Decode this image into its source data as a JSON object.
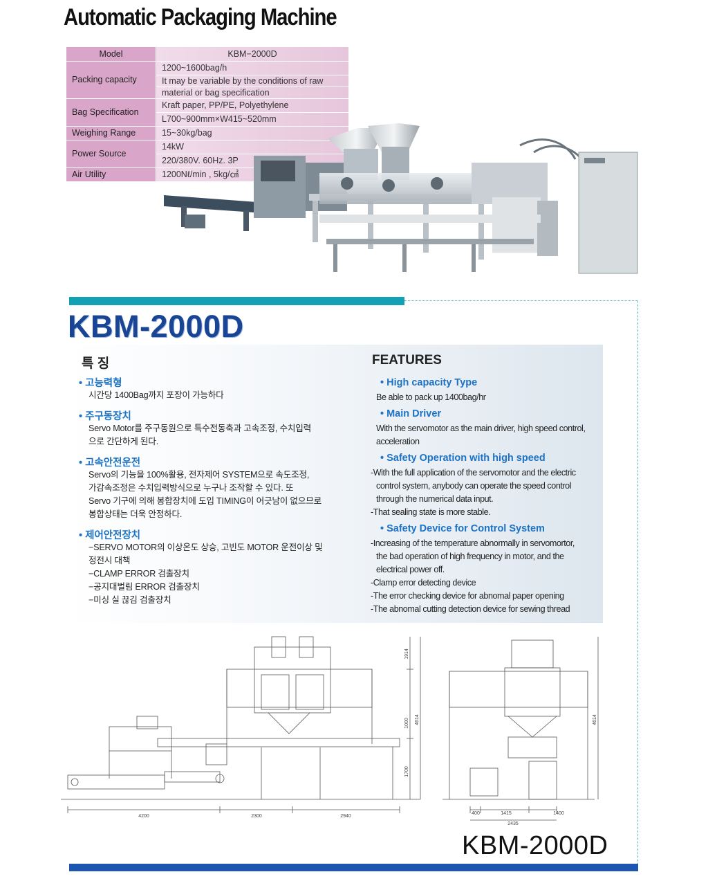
{
  "title": "Automatic Packaging Machine",
  "spec": {
    "model_label": "Model",
    "model_value": "KBM−2000D",
    "packing_label": "Packing capacity",
    "packing_1": "1200~1600bag/h",
    "packing_2": "It may be variable by the conditions of raw",
    "packing_3": "material or bag specification",
    "bag_label": "Bag Specification",
    "bag_1": "Kraft paper, PP/PE, Polyethylene",
    "bag_2": "L700~900mm×W415~520mm",
    "weigh_label": "Weighing Range",
    "weigh_1": "15~30kg/bag",
    "power_label": "Power Source",
    "power_1": "14kW",
    "power_2": "220/380V. 60Hz. 3P",
    "air_label": "Air Utility",
    "air_1": "1200Nℓ/min , 5kg/㎠"
  },
  "model_heading": "KBM-2000D",
  "korean": {
    "heading": "특 징",
    "items": [
      {
        "title": "• 고능력형",
        "lines": [
          "시간당 1400Bag까지 포장이 가능하다"
        ]
      },
      {
        "title": "• 주구동장치",
        "lines": [
          "Servo Motor를 주구동원으로 특수전동축과 고속조정, 수치입력",
          "으로 간단하게 된다."
        ]
      },
      {
        "title": "• 고속안전운전",
        "lines": [
          "Servo의 기능을 100%활용, 전자제어 SYSTEM으로 속도조정,",
          "가감속조정은 수치입력방식으로 누구나 조작할 수 있다. 또",
          "Servo 기구에 의해 봉합장치에 도입 TIMING이 어긋남이 없으므로",
          "봉합상태는 더욱 안정하다."
        ]
      },
      {
        "title": "• 제어안전장치",
        "lines": [
          "−SERVO MOTOR의 이상온도 상승, 고빈도 MOTOR 운전이상 및",
          "  정전시 대책",
          "−CLAMP ERROR 검출장치",
          "−공지대벌림 ERROR 검출장치",
          "−미싱 실 끊김 검출장치"
        ]
      }
    ]
  },
  "english": {
    "heading": "FEATURES",
    "items": [
      {
        "title": "• High capacity Type",
        "lines": [
          "Be able to pack up 1400bag/hr"
        ]
      },
      {
        "title": "• Main Driver",
        "lines": [
          "With the servomotor as the main driver, high speed control,",
          "acceleration"
        ]
      },
      {
        "title": "• Safety Operation with high speed",
        "lines": [
          "-With the full application of the servomotor and the electric",
          "control system, anybody can operate the speed control",
          "through the numerical data input.",
          "-That sealing state is more stable."
        ]
      },
      {
        "title": "• Safety Device for Control System",
        "lines": [
          "-Increasing of the temperature abnormally in servomortor,",
          "the bad operation of high frequency in motor, and the",
          "electrical power off.",
          "-Clamp error detecting device",
          "-The error checking device for abnomal paper opening",
          "-The abnomal cutting detection device for sewing thread"
        ]
      }
    ]
  },
  "drawing_front": {
    "d1": "4200",
    "d2": "2300",
    "d3": "2940",
    "v1": "1914",
    "v2": "1000",
    "v3": "1700",
    "v4": "4614"
  },
  "drawing_side": {
    "d1": "400",
    "d2": "1415",
    "d3": "1400",
    "d4": "2435",
    "v1": "4614"
  },
  "footer_model": "KBM-2000D",
  "colors": {
    "teal": "#13a0b4",
    "blue": "#1c56b0",
    "heading_blue": "#1a4594",
    "item_blue": "#1c72c4",
    "spec_pink": "#d9a5c8"
  }
}
